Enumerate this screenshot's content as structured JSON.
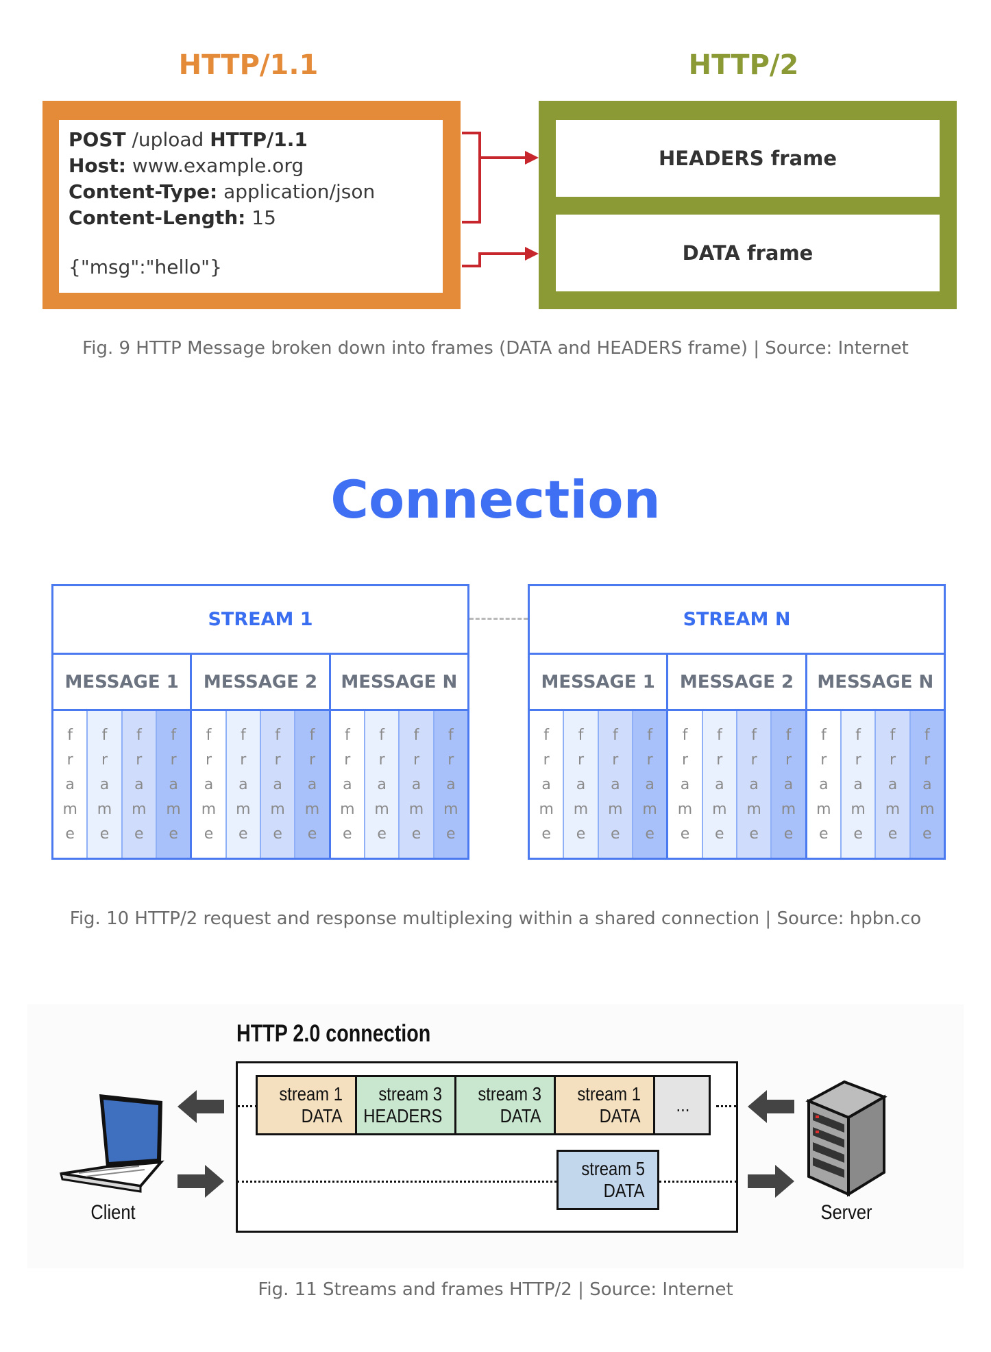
{
  "fig9": {
    "http11_title": "HTTP/1.1",
    "http2_title": "HTTP/2",
    "request": {
      "line1_bold": "POST",
      "line1_path": "/upload",
      "line1_version": "HTTP/1.1",
      "host_key": "Host:",
      "host_val": "www.example.org",
      "ctype_key": "Content-Type:",
      "ctype_val": "application/json",
      "clen_key": "Content-Length:",
      "clen_val": "15",
      "body": "{\"msg\":\"hello\"}"
    },
    "headers_frame": "HEADERS frame",
    "data_frame": "DATA frame",
    "caption": "Fig. 9 HTTP Message broken down into frames (DATA and HEADERS frame) | Source: Internet",
    "colors": {
      "orange": "#e48b3a",
      "green": "#8c9a36",
      "arrow": "#c8262d"
    }
  },
  "fig10": {
    "title": "Connection",
    "streams": [
      {
        "label": "STREAM 1",
        "messages": [
          "MESSAGE 1",
          "MESSAGE 2",
          "MESSAGE N"
        ]
      },
      {
        "label": "STREAM N",
        "messages": [
          "MESSAGE 1",
          "MESSAGE 2",
          "MESSAGE N"
        ]
      }
    ],
    "frame_letters": [
      "f",
      "r",
      "a",
      "m",
      "e"
    ],
    "caption": "Fig. 10 HTTP/2 request and response multiplexing within a shared connection | Source: hpbn.co",
    "colors": {
      "blue": "#3f6ff2"
    }
  },
  "fig11": {
    "title": "HTTP 2.0 connection",
    "top_frames": [
      {
        "line1": "stream 1",
        "line2": "DATA",
        "color": "#f4dfbf"
      },
      {
        "line1": "stream 3",
        "line2": "HEADERS",
        "color": "#c9e6cf"
      },
      {
        "line1": "stream 3",
        "line2": "DATA",
        "color": "#c9e6cf"
      },
      {
        "line1": "stream 1",
        "line2": "DATA",
        "color": "#f4dfbf"
      },
      {
        "line1": "...",
        "line2": "",
        "color": "#e4e4e4"
      }
    ],
    "bottom_frame": {
      "line1": "stream 5",
      "line2": "DATA",
      "color": "#c2d6ec"
    },
    "client_label": "Client",
    "server_label": "Server",
    "caption": "Fig. 11 Streams and frames HTTP/2 | Source: Internet"
  }
}
